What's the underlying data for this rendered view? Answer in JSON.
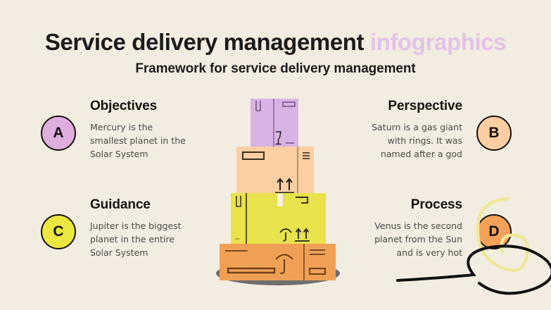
{
  "slide": {
    "background_color": "#f3ece1",
    "title_main": "Service delivery management",
    "title_accent": "infographics",
    "title_accent_color": "#e3c3e8",
    "subtitle": "Framework for service delivery management"
  },
  "items": [
    {
      "key": "a",
      "badge": "A",
      "badge_color": "#e0aede",
      "heading": "Objectives",
      "body": "Mercury is the\nsmallest planet in the\nSolar System",
      "align": "left"
    },
    {
      "key": "b",
      "badge": "B",
      "badge_color": "#fbcfa3",
      "heading": "Perspective",
      "body": "Saturn is a gas giant\nwith rings. It was\nnamed after a god",
      "align": "right"
    },
    {
      "key": "c",
      "badge": "C",
      "badge_color": "#ece740",
      "heading": "Guidance",
      "body": "Jupiter is the biggest\nplanet in the entire\nSolar System",
      "align": "left"
    },
    {
      "key": "d",
      "badge": "D",
      "badge_color": "#f4a259",
      "heading": "Process",
      "body": "Venus is the second\nplanet from the Sun\nand is very hot",
      "align": "right"
    }
  ],
  "illustration": {
    "name": "stacked-cardboard-boxes",
    "shadow_color": "#6e6e6e",
    "boxes": [
      {
        "name": "box-top",
        "color": "#d9b3e6",
        "symbol": "fragile-glass-icon"
      },
      {
        "name": "box-second",
        "color": "#fbcfa3",
        "symbol": "this-way-up-icon"
      },
      {
        "name": "box-third",
        "color": "#e8e24c",
        "symbol": "keep-dry-umbrella-icon"
      },
      {
        "name": "box-bottom",
        "color": "#f0a055",
        "symbol": "keep-dry-umbrella-icon"
      }
    ]
  },
  "decorations": {
    "yellow_squiggle_color": "#efe89a",
    "black_squiggle_color": "#121212"
  }
}
